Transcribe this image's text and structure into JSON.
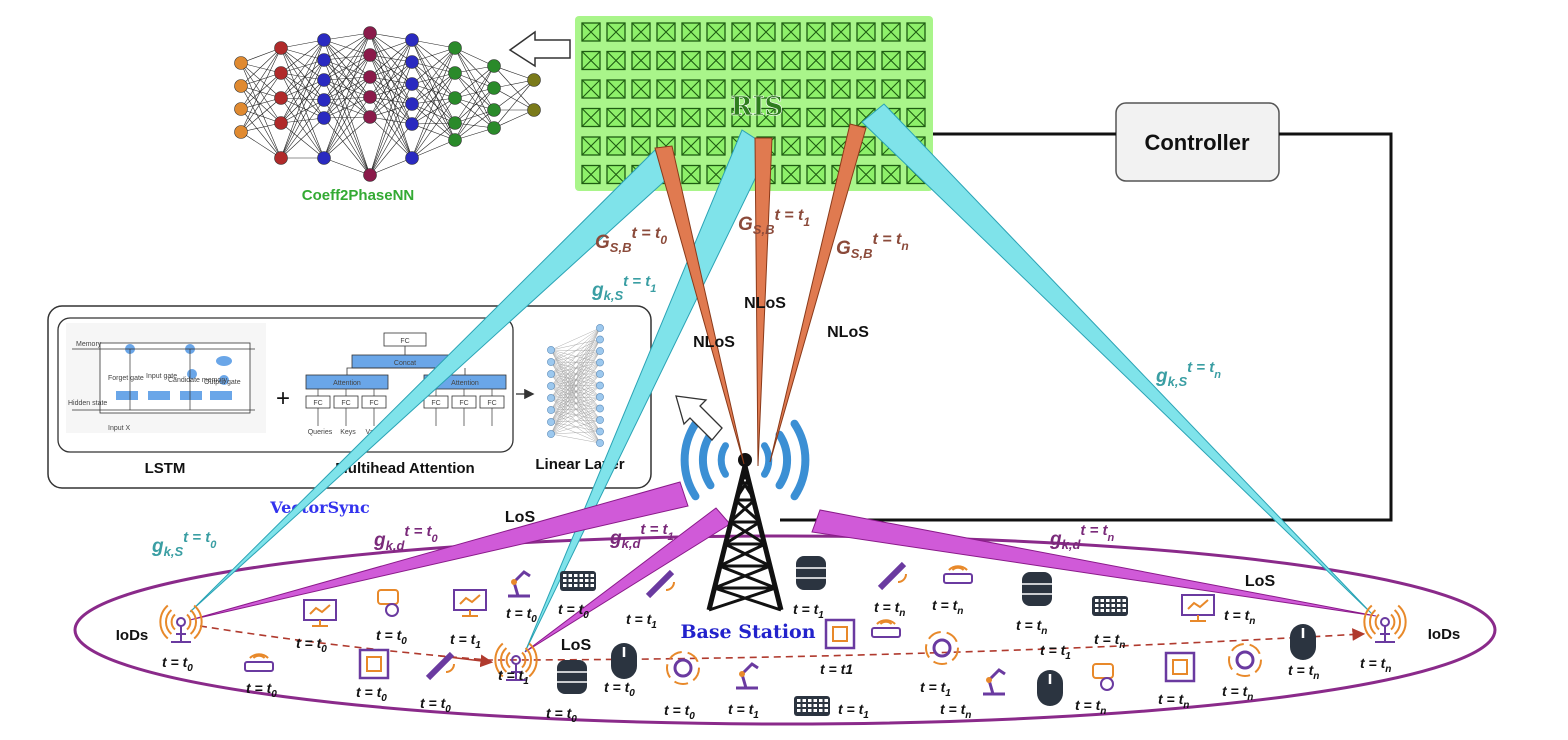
{
  "ris": {
    "label": "RIS",
    "rows": 6,
    "cols": 14
  },
  "controller": {
    "label": "Controller"
  },
  "neural_net": {
    "label": "Coeff2PhaseNN"
  },
  "model_box": {
    "lstm_label": "LSTM",
    "plus": "+",
    "attention_label": "Multihead Attention",
    "linear_label": "Linear Layer",
    "title": "VectorSync",
    "lstm_inner": {
      "memory": "Memory",
      "forget": "Forget gate",
      "input": "Input gate",
      "candidate": "Candidate memory",
      "output": "Output gate",
      "hidden": "Hidden state",
      "input_x": "Input X"
    },
    "attn_inner": {
      "fc": "FC",
      "concat": "Concat",
      "attention": "Attention",
      "queries": "Queries",
      "keys": "Keys",
      "values": "Values"
    }
  },
  "links": {
    "g_s_b": {
      "base": "G",
      "sub": "S,B"
    },
    "g_k_s": {
      "base": "g",
      "sub": "k,S"
    },
    "g_k_d": {
      "base": "g",
      "sub": "k,d"
    },
    "t0": "t = t",
    "t0_sub": "0",
    "t1_sub": "1",
    "tn_sub": "n",
    "nlos": "NLoS",
    "los": "LoS"
  },
  "base_station": {
    "label": "Base Station"
  },
  "iods": {
    "label": "IoDs"
  },
  "time": {
    "prefix": "t = t",
    "t0": "0",
    "t1": "1",
    "tn": "n",
    "t1_alt": "t = t1"
  },
  "colors": {
    "ris_green": "#8ef06a",
    "ris_dark": "#2e7d1e",
    "cyan_beam": "#7fe3ea",
    "orange_beam": "#e07a50",
    "magenta_beam": "#d05ad8",
    "tower_blue": "#3b8fd4",
    "ellipse": "#8a2a8a",
    "teal_text": "#3a9ea3",
    "brown_text": "#8b4a3a",
    "purple_text": "#7a2a7a",
    "base_blue": "#2222cc",
    "vector_blue": "#3333ee",
    "nn_green": "#33aa33"
  }
}
